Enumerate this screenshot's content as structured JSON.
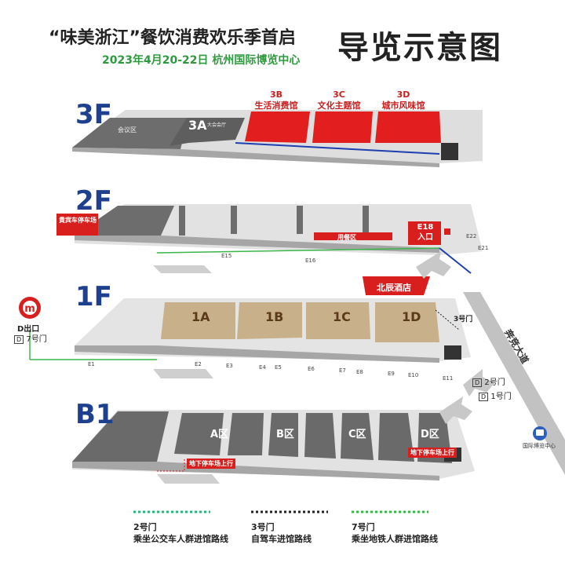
{
  "header": {
    "title": "“味美浙江”餐饮消费欢乐季首启",
    "subtitle": "2023年4月20-22日 杭州国际博览中心",
    "map_title": "导览示意图"
  },
  "floors": {
    "f3": {
      "label": "3F",
      "room_left": "会议区",
      "zone_3a": "3A",
      "zone_3a_sub": "大会会厅",
      "halls": [
        {
          "code": "3B",
          "name": "生活消费馆"
        },
        {
          "code": "3C",
          "name": "文化主题馆"
        },
        {
          "code": "3D",
          "name": "城市风味馆"
        }
      ]
    },
    "f2": {
      "label": "2F",
      "parking": "貴宾车停车场",
      "dining": "用餐区",
      "entrance_code": "E18",
      "entrance_word": "入口",
      "gates": [
        "E15",
        "E16",
        "E22",
        "E21"
      ]
    },
    "f1": {
      "label": "1F",
      "halls": [
        "1A",
        "1B",
        "1C",
        "1D"
      ],
      "hotel": "北辰酒店",
      "gate3": "3号门",
      "gates": [
        "E1",
        "E2",
        "E3",
        "E4",
        "E5",
        "E6",
        "E7",
        "E8",
        "E9",
        "E10",
        "E11"
      ]
    },
    "b1": {
      "label": "B1",
      "zones": [
        "A区",
        "B区",
        "C区",
        "D区"
      ],
      "tag_left": "地下停车场上行",
      "tag_right": "地下停车场上行"
    }
  },
  "metro": {
    "exit": "D出口",
    "gate_letter": "D",
    "gate": "7号门"
  },
  "right_side": {
    "road": "奔竞大道",
    "gate2_letter": "D",
    "gate2": "2号门",
    "gate1_letter": "D",
    "gate1": "1号门",
    "bus_stop": "国际博览中心"
  },
  "legend": [
    {
      "gate": "2号门",
      "desc": "乘坐公交车人群进馆路线",
      "color": "#2bb37a"
    },
    {
      "gate": "3号门",
      "desc": "自驾车进馆路线",
      "color": "#222222"
    },
    {
      "gate": "7号门",
      "desc": "乘坐地铁人群进馆路线",
      "color": "#3ab54a"
    }
  ],
  "colors": {
    "floor_label": "#1f3f8f",
    "hall_red": "#e31e1e",
    "hall_tan": "#c8b08a",
    "dark_gray": "#6d6d6d",
    "light_gray": "#e2e2e2",
    "route_green": "#3ab54a",
    "route_blue": "#1d3fb0"
  }
}
